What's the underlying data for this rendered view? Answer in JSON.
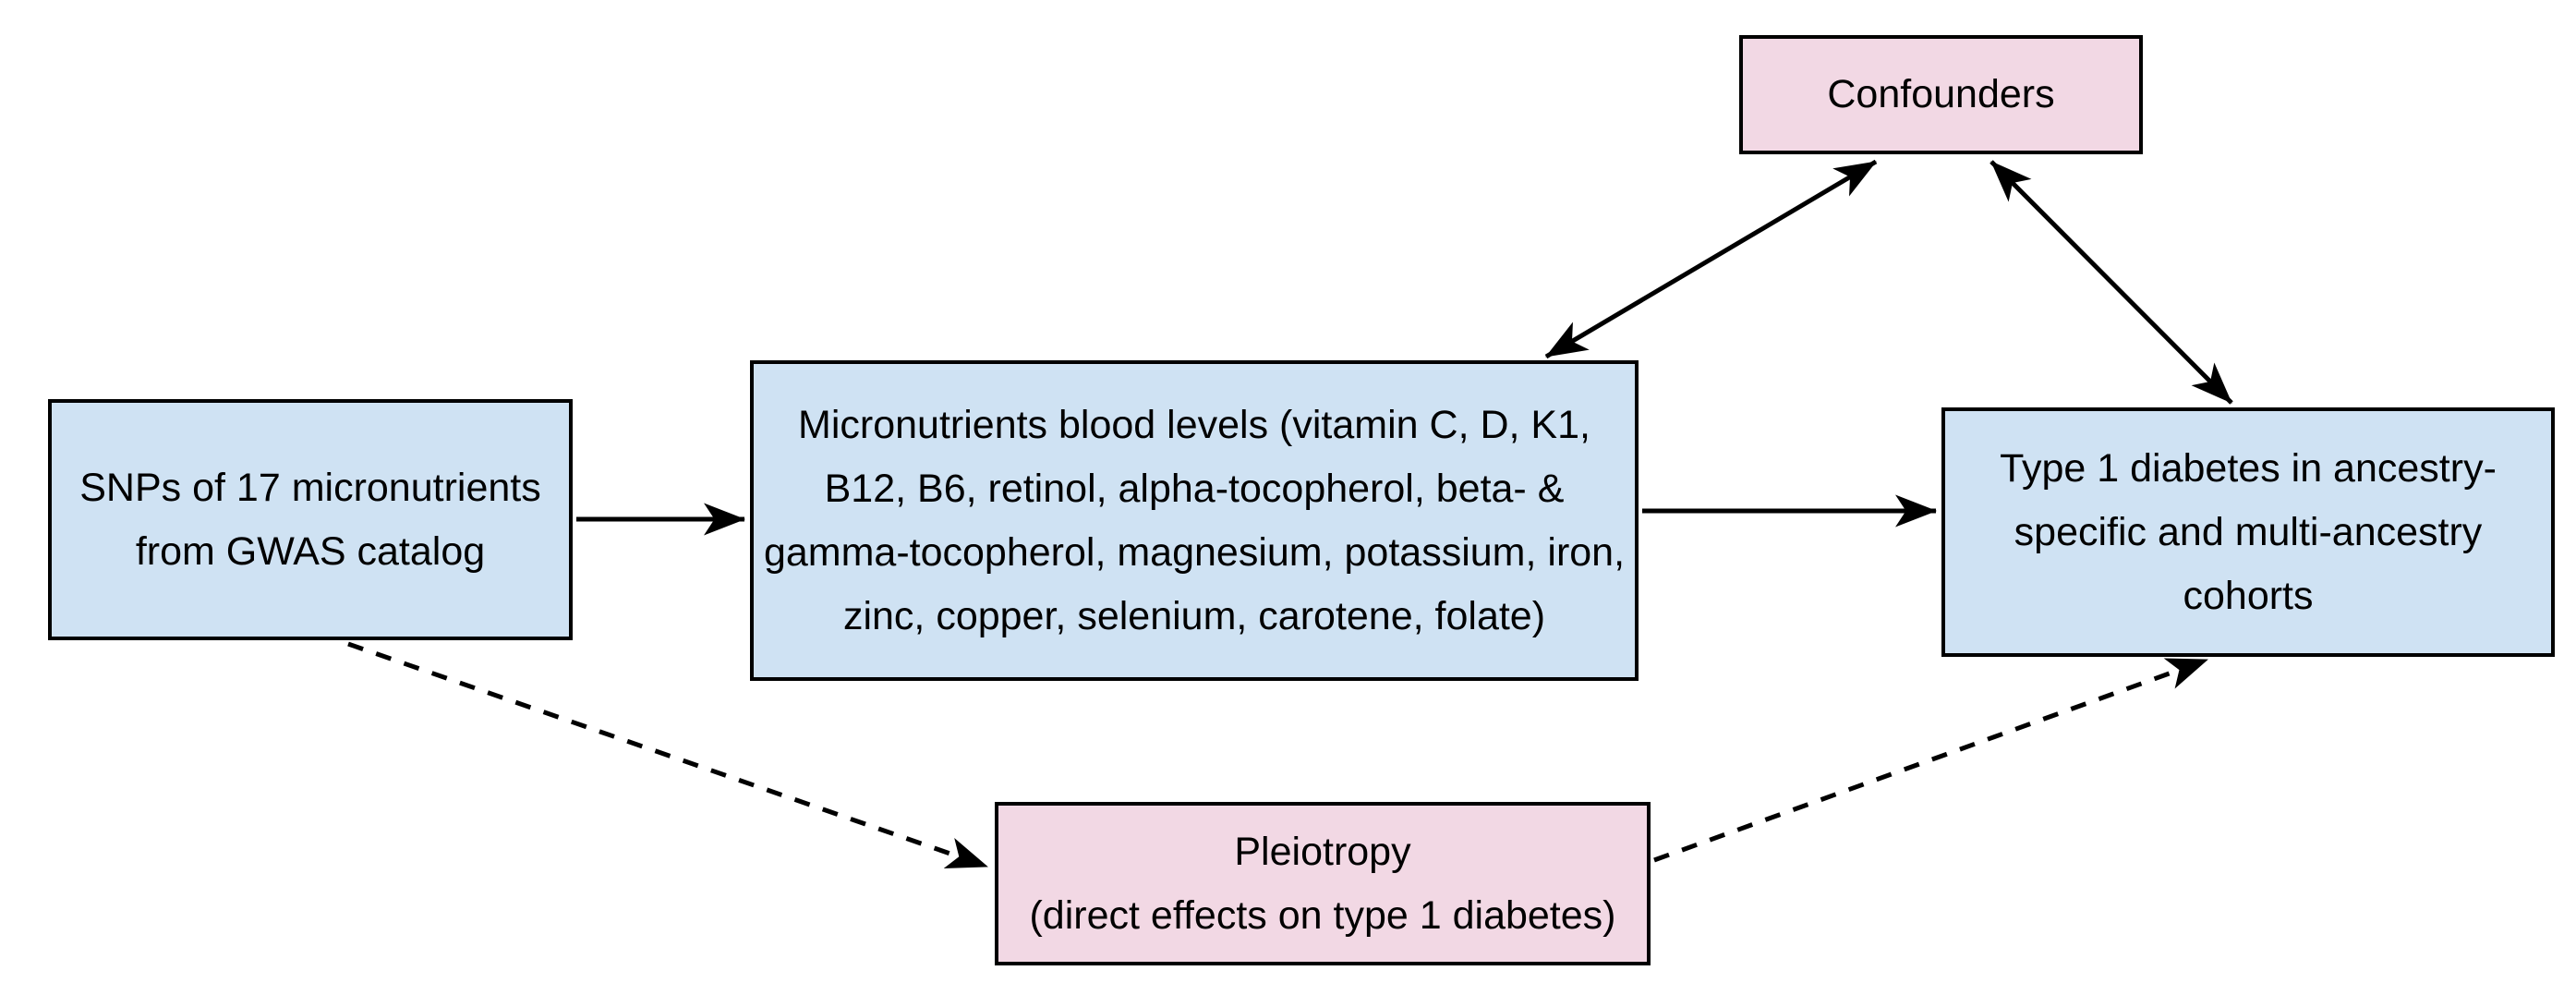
{
  "diagram": {
    "type": "flow-diagram",
    "description_hint": "Mendelian randomization assumptions diagram",
    "colors": {
      "exposure_outcome_fill": "#cfe2f3",
      "bias_fill": "#f2d8e4",
      "border": "#000000",
      "arrow": "#000000",
      "background": "#ffffff"
    },
    "nodes": {
      "snps": {
        "text": "SNPs of 17 micronutrients\nfrom GWAS catalog",
        "fill": "blue"
      },
      "micronutrients": {
        "text": "Micronutrients blood levels (vitamin C, D, K1,\nB12, B6, retinol, alpha-tocopherol, beta- &\ngamma-tocopherol, magnesium, potassium, iron,\nzinc, copper, selenium, carotene, folate)",
        "fill": "blue"
      },
      "t1d": {
        "text": "Type 1 diabetes in ancestry-\nspecific and multi-ancestry\ncohorts",
        "fill": "blue"
      },
      "confounders": {
        "text": "Confounders",
        "fill": "pink"
      },
      "pleiotropy": {
        "text": "Pleiotropy\n(direct effects on type 1 diabetes)",
        "fill": "pink"
      }
    },
    "edges": [
      {
        "from": "snps",
        "to": "micronutrients",
        "style": "solid",
        "arrows": "end"
      },
      {
        "from": "micronutrients",
        "to": "t1d",
        "style": "solid",
        "arrows": "end"
      },
      {
        "from": "micronutrients",
        "to": "confounders",
        "style": "solid",
        "arrows": "both"
      },
      {
        "from": "confounders",
        "to": "t1d",
        "style": "solid",
        "arrows": "both"
      },
      {
        "from": "snps",
        "to": "pleiotropy",
        "style": "dashed",
        "arrows": "end"
      },
      {
        "from": "pleiotropy",
        "to": "t1d",
        "style": "dashed",
        "arrows": "end"
      }
    ]
  }
}
